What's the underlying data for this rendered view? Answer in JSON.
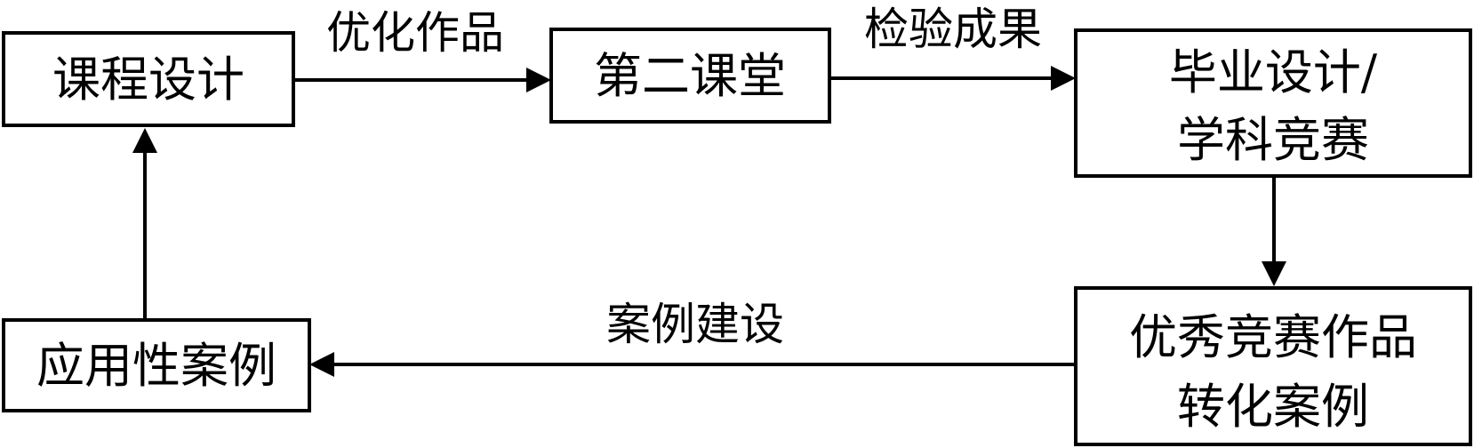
{
  "colors": {
    "stroke": "#000000",
    "background": "#ffffff"
  },
  "nodes": {
    "course_design": {
      "label": "课程设计"
    },
    "second_classroom": {
      "label": "第二课堂"
    },
    "graduation_competition": {
      "lines": [
        "毕业设计/",
        "学科竞赛"
      ]
    },
    "excellent_works": {
      "lines": [
        "优秀竞赛作品",
        "转化案例"
      ]
    },
    "applied_cases": {
      "label": "应用性案例"
    }
  },
  "edges": {
    "optimize_works": {
      "label": "优化作品"
    },
    "verify_results": {
      "label": "检验成果"
    },
    "case_building": {
      "label": "案例建设"
    }
  }
}
